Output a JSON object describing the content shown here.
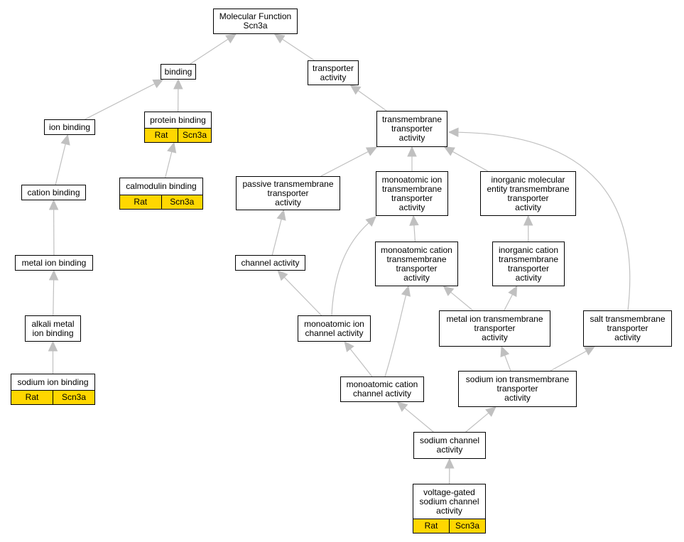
{
  "diagram": {
    "nodes": [
      {
        "id": "mf",
        "label": "Molecular Function\nScn3a",
        "tags": []
      },
      {
        "id": "binding",
        "label": "binding",
        "tags": []
      },
      {
        "id": "transporter",
        "label": "transporter\nactivity",
        "tags": []
      },
      {
        "id": "ion_binding",
        "label": "ion binding",
        "tags": []
      },
      {
        "id": "protein_binding",
        "label": "protein binding",
        "tags": [
          "Rat",
          "Scn3a"
        ]
      },
      {
        "id": "tm_transporter",
        "label": "transmembrane\ntransporter\nactivity",
        "tags": []
      },
      {
        "id": "cation_binding",
        "label": "cation binding",
        "tags": []
      },
      {
        "id": "calmodulin",
        "label": "calmodulin binding",
        "tags": [
          "Rat",
          "Scn3a"
        ]
      },
      {
        "id": "passive_tm",
        "label": "passive transmembrane\ntransporter\nactivity",
        "tags": []
      },
      {
        "id": "mono_ion_tm",
        "label": "monoatomic ion\ntransmembrane\ntransporter\nactivity",
        "tags": []
      },
      {
        "id": "inorg_mol_tm",
        "label": "inorganic molecular\nentity transmembrane\ntransporter\nactivity",
        "tags": []
      },
      {
        "id": "mono_cation_tm",
        "label": "monoatomic cation\ntransmembrane\ntransporter\nactivity",
        "tags": []
      },
      {
        "id": "inorg_cation_tm",
        "label": "inorganic cation\ntransmembrane\ntransporter\nactivity",
        "tags": []
      },
      {
        "id": "metal_ion_binding",
        "label": "metal ion binding",
        "tags": []
      },
      {
        "id": "channel",
        "label": "channel activity",
        "tags": []
      },
      {
        "id": "alkali",
        "label": "alkali metal\nion binding",
        "tags": []
      },
      {
        "id": "mono_ion_channel",
        "label": "monoatomic ion\nchannel activity",
        "tags": []
      },
      {
        "id": "metal_ion_tm",
        "label": "metal ion transmembrane\ntransporter\nactivity",
        "tags": []
      },
      {
        "id": "salt_tm",
        "label": "salt transmembrane\ntransporter\nactivity",
        "tags": []
      },
      {
        "id": "sodium_ion_binding",
        "label": "sodium ion binding",
        "tags": [
          "Rat",
          "Scn3a"
        ]
      },
      {
        "id": "mono_cation_channel",
        "label": "monoatomic cation\nchannel activity",
        "tags": []
      },
      {
        "id": "sodium_ion_tm",
        "label": "sodium ion transmembrane\ntransporter\nactivity",
        "tags": []
      },
      {
        "id": "sodium_channel",
        "label": "sodium channel\nactivity",
        "tags": []
      },
      {
        "id": "vg_sodium",
        "label": "voltage-gated\nsodium channel\nactivity",
        "tags": [
          "Rat",
          "Scn3a"
        ]
      }
    ],
    "edges": [
      {
        "from": "binding",
        "to": "mf"
      },
      {
        "from": "transporter",
        "to": "mf"
      },
      {
        "from": "ion_binding",
        "to": "binding"
      },
      {
        "from": "protein_binding",
        "to": "binding"
      },
      {
        "from": "tm_transporter",
        "to": "transporter"
      },
      {
        "from": "cation_binding",
        "to": "ion_binding"
      },
      {
        "from": "calmodulin",
        "to": "protein_binding"
      },
      {
        "from": "passive_tm",
        "to": "tm_transporter"
      },
      {
        "from": "mono_ion_tm",
        "to": "tm_transporter"
      },
      {
        "from": "inorg_mol_tm",
        "to": "tm_transporter"
      },
      {
        "from": "salt_tm",
        "to": "tm_transporter"
      },
      {
        "from": "mono_cation_tm",
        "to": "mono_ion_tm"
      },
      {
        "from": "inorg_cation_tm",
        "to": "inorg_mol_tm"
      },
      {
        "from": "metal_ion_binding",
        "to": "cation_binding"
      },
      {
        "from": "channel",
        "to": "passive_tm"
      },
      {
        "from": "alkali",
        "to": "metal_ion_binding"
      },
      {
        "from": "mono_ion_channel",
        "to": "channel"
      },
      {
        "from": "mono_ion_channel",
        "to": "mono_ion_tm"
      },
      {
        "from": "metal_ion_tm",
        "to": "mono_cation_tm"
      },
      {
        "from": "metal_ion_tm",
        "to": "inorg_cation_tm"
      },
      {
        "from": "sodium_ion_binding",
        "to": "alkali"
      },
      {
        "from": "mono_cation_channel",
        "to": "mono_ion_channel"
      },
      {
        "from": "mono_cation_channel",
        "to": "mono_cation_tm"
      },
      {
        "from": "sodium_ion_tm",
        "to": "metal_ion_tm"
      },
      {
        "from": "sodium_ion_tm",
        "to": "salt_tm"
      },
      {
        "from": "sodium_channel",
        "to": "mono_cation_channel"
      },
      {
        "from": "sodium_channel",
        "to": "sodium_ion_tm"
      },
      {
        "from": "vg_sodium",
        "to": "sodium_channel"
      }
    ]
  },
  "colors": {
    "tag_fill": "#ffd700",
    "edge": "#c0c0c0",
    "node_border": "#000000"
  }
}
